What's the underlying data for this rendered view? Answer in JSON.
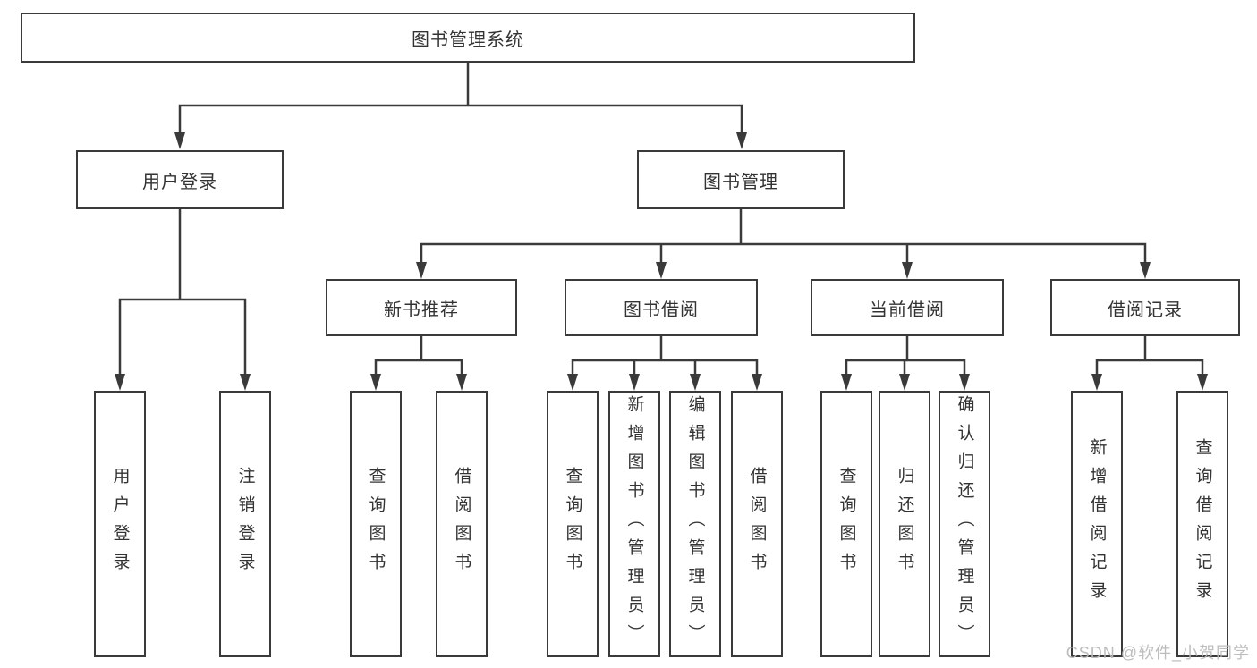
{
  "diagram": {
    "root": {
      "label": "图书管理系统"
    },
    "branches": [
      {
        "label": "用户登录",
        "children": [
          "用户登录",
          "注销登录"
        ]
      },
      {
        "label": "图书管理",
        "children": [
          {
            "label": "新书推荐",
            "children": [
              "查询图书",
              "借阅图书"
            ]
          },
          {
            "label": "图书借阅",
            "children": [
              "查询图书",
              "新增图书（管理员）",
              "编辑图书（管理员）",
              "借阅图书"
            ]
          },
          {
            "label": "当前借阅",
            "children": [
              "查询图书",
              "归还图书",
              "确认归还（管理员）"
            ]
          },
          {
            "label": "借阅记录",
            "children": [
              "新增借阅记录",
              "查询借阅记录"
            ]
          }
        ]
      }
    ],
    "colors": {
      "line": "#3a3a3a",
      "text": "#333333",
      "background": "#ffffff",
      "watermark": "#b9b9b9"
    }
  },
  "watermark": {
    "text": "CSDN @软件_小贺同学"
  }
}
